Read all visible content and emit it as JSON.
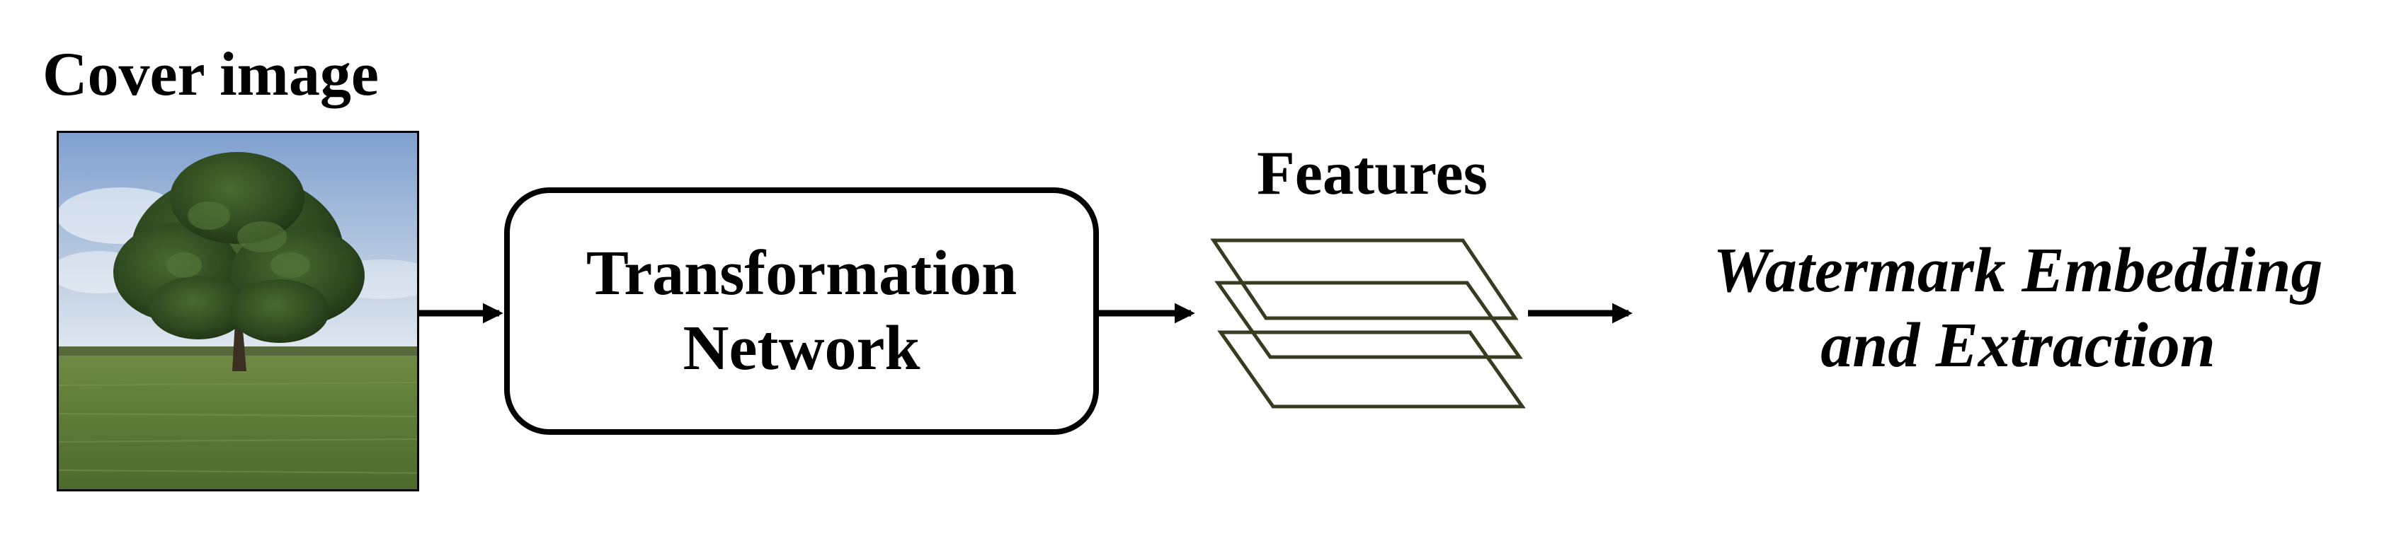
{
  "cover_image": {
    "title": "Cover image",
    "colors": {
      "sky_top": "#7f9fcf",
      "sky_horizon": "#d8e2ee",
      "foliage": "#2f4a20",
      "grass": "#5b7a36"
    }
  },
  "transformation_network": {
    "line1": "Transformation",
    "line2": "Network"
  },
  "features": {
    "title": "Features",
    "layer_color": "#3a3a20"
  },
  "output": {
    "line1": "Watermark Embedding",
    "line2": "and Extraction"
  }
}
